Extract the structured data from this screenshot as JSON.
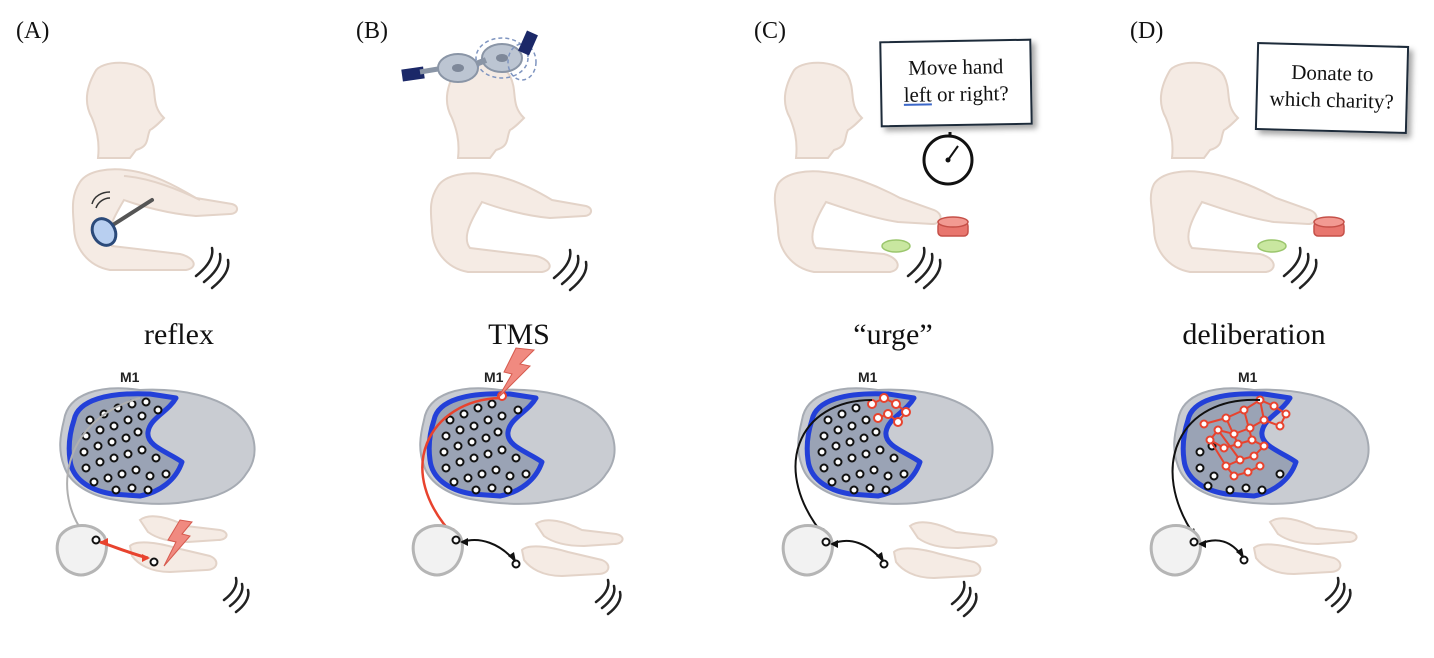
{
  "panels": [
    {
      "id": "A",
      "letter": "(A)",
      "caption": "reflex",
      "m1_label": "M1"
    },
    {
      "id": "B",
      "letter": "(B)",
      "caption": "TMS",
      "m1_label": "M1"
    },
    {
      "id": "C",
      "letter": "(C)",
      "caption": "“urge”",
      "m1_label": "M1",
      "sign": {
        "line1": "Move hand",
        "line2_underlined": "left",
        "line2_rest": " or right?"
      }
    },
    {
      "id": "D",
      "letter": "(D)",
      "caption": "deliberation",
      "m1_label": "M1",
      "sign": {
        "line1": "Donate to",
        "line2": "which charity?"
      }
    }
  ],
  "icons": {
    "reflex_hammer": "reflex-hammer-icon",
    "tms_coil": "tms-coil-icon",
    "stopwatch": "stopwatch-icon",
    "lightning": "lightning-bolt-icon"
  },
  "colors": {
    "skin": "#f5ebe4",
    "skin_outline": "#e3d3c8",
    "cortex_outline": "#2340d8",
    "brain_fill": "#9aa3b5",
    "brain_texture": "#c9ccd2",
    "active_red": "#e8432e",
    "button_red": "#e8766e",
    "button_green": "#c9e7a0",
    "sign_border": "#1d2b3a"
  }
}
